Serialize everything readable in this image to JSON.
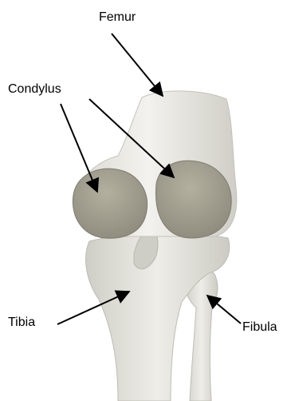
{
  "diagram": {
    "labels": {
      "femur": "Femur",
      "condylus": "Condylus",
      "tibia": "Tibia",
      "fibula": "Fibula"
    },
    "colors": {
      "bone_light": "#ECEBE6",
      "bone_mid": "#D6D5CE",
      "condyle": "#A6A393",
      "condyle_dark": "#8D8A7C",
      "arrow": "#000000"
    }
  }
}
